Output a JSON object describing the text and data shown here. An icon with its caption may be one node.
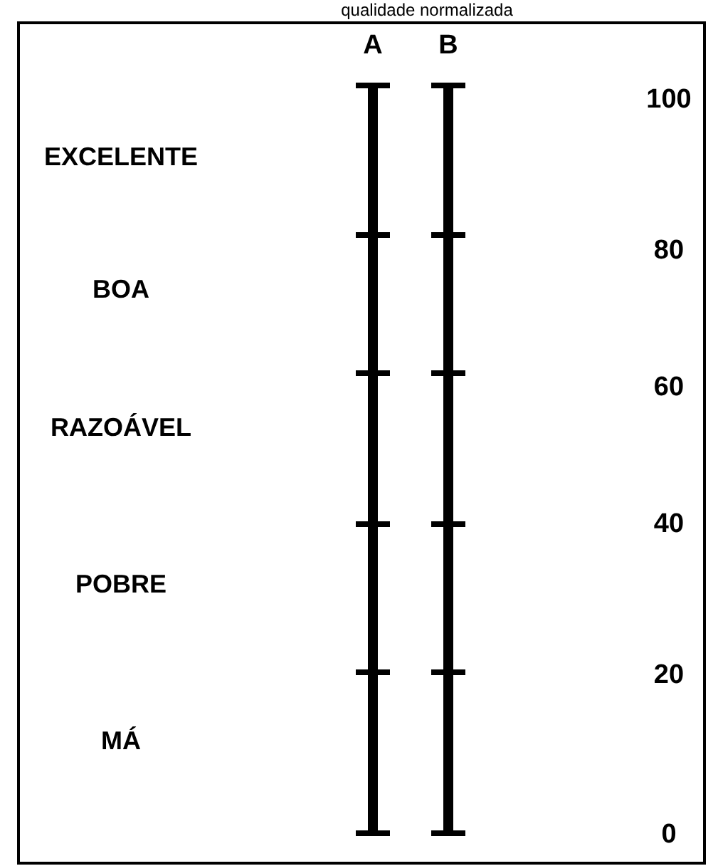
{
  "diagram": {
    "title": "qualidade normalizada",
    "labels": [
      "A",
      "B",
      "100",
      "EXCELENTE",
      "80",
      "BOA",
      "60",
      "RAZOÁVEL",
      "40",
      "POBRE",
      "20",
      "MÁ",
      "0"
    ]
  }
}
